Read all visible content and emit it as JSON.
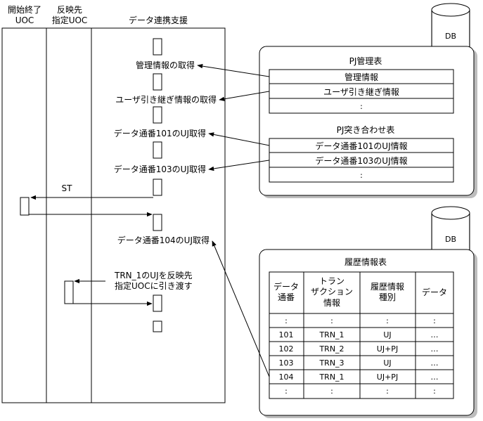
{
  "lanes": {
    "lane1": [
      "開始終了",
      "UOC"
    ],
    "lane2": [
      "反映先",
      "指定UOC"
    ],
    "lane3": "データ連携支援"
  },
  "steps": {
    "s1": "管理情報の取得",
    "s2": "ユーザ引き継ぎ情報の取得",
    "s3": "データ通番101のUJ取得",
    "s4": "データ通番103のUJ取得",
    "st": "ST",
    "s5": "データ通番104のUJ取得",
    "s6": [
      "TRN_1のUJを反映先",
      "指定UOCに引き渡す"
    ]
  },
  "db": {
    "top_label": "DB",
    "bottom_label": "DB"
  },
  "pj_panel": {
    "title1": "PJ管理表",
    "rows1": [
      "管理情報",
      "ユーザ引き継ぎ情報",
      ":"
    ],
    "title2": "PJ突き合わせ表",
    "rows2": [
      "データ通番101のUJ情報",
      "データ通番103のUJ情報",
      ":"
    ]
  },
  "history": {
    "title": "履歴情報表",
    "headers": [
      [
        "データ",
        "通番"
      ],
      [
        "トラン",
        "ザクション",
        "情報"
      ],
      [
        "履歴情報",
        "種別"
      ],
      [
        "データ"
      ]
    ],
    "rows": [
      [
        ":",
        ":",
        ":",
        ":"
      ],
      [
        "101",
        "TRN_1",
        "UJ",
        "…"
      ],
      [
        "102",
        "TRN_2",
        "UJ+PJ",
        "…"
      ],
      [
        "103",
        "TRN_3",
        "UJ",
        "…"
      ],
      [
        "104",
        "TRN_1",
        "UJ+PJ",
        "…"
      ],
      [
        ":",
        ":",
        ":",
        ":"
      ]
    ]
  }
}
